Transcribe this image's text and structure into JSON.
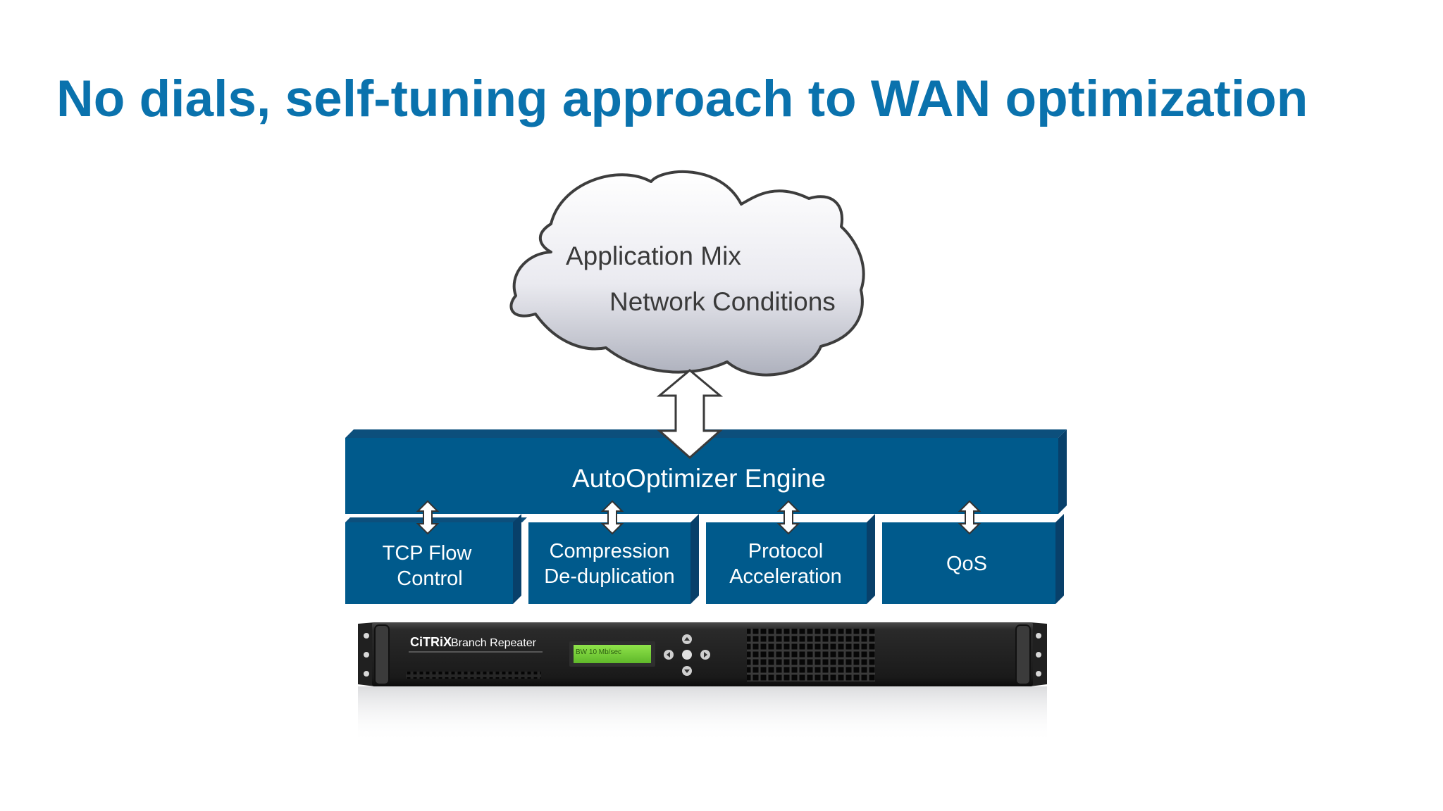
{
  "slide": {
    "title": "No dials, self-tuning approach to WAN optimization"
  },
  "cloud": {
    "line1": "Application Mix",
    "line2": "Network Conditions"
  },
  "engine": {
    "label": "AutoOptimizer Engine"
  },
  "modules": [
    {
      "line1": "TCP Flow",
      "line2": "Control"
    },
    {
      "line1": "Compression",
      "line2": "De-duplication"
    },
    {
      "line1": "Protocol",
      "line2": "Acceleration"
    },
    {
      "line1": "QoS",
      "line2": ""
    }
  ],
  "appliance": {
    "brand": "CiTRiX",
    "model": "Branch Repeater",
    "lcd_text": "BW 10 Mb/sec"
  },
  "colors": {
    "title": "#0a72ad",
    "block_front": "#005a8c",
    "block_top": "#0c4f7c",
    "block_side": "#08406a",
    "cloud_stroke": "#3d3d3d",
    "lcd": "#7ed23a"
  }
}
